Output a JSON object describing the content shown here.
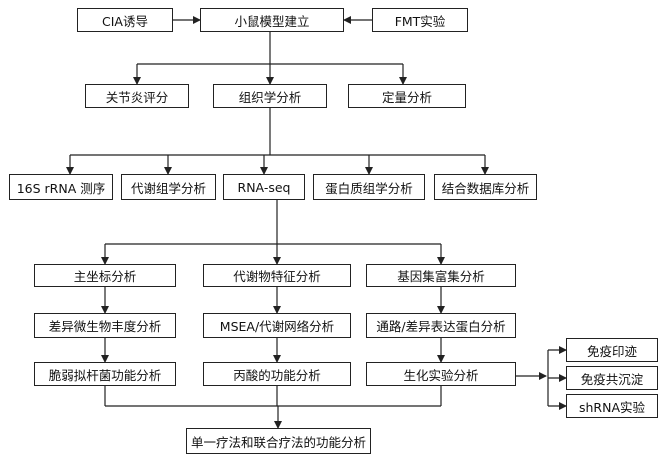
{
  "diagram": {
    "nodes": {
      "cia": "CIA诱导",
      "mouse": "小鼠模型建立",
      "fmt": "FMT实验",
      "arthritis": "关节炎评分",
      "histology": "组织学分析",
      "quant": "定量分析",
      "s16": "16S rRNA 测序",
      "metabolomics": "代谢组学分析",
      "rnaseq": "RNA-seq",
      "proteomics": "蛋白质组学分析",
      "combined_db": "结合数据库分析",
      "pcoa": "主坐标分析",
      "metabolite_feature": "代谢物特征分析",
      "gsea": "基因集富集分析",
      "diff_abundance": "差异微生物丰度分析",
      "msea": "MSEA/代谢网络分析",
      "pathway": "通路/差异表达蛋白分析",
      "bacteroides": "脆弱拟杆菌功能分析",
      "propionate": "丙酸的功能分析",
      "bio_exp": "生化实验分析",
      "western": "免疫印迹",
      "coip": "免疫共沉淀",
      "shrna": "shRNA实验",
      "final": "单一疗法和联合疗法的功能分析"
    }
  }
}
